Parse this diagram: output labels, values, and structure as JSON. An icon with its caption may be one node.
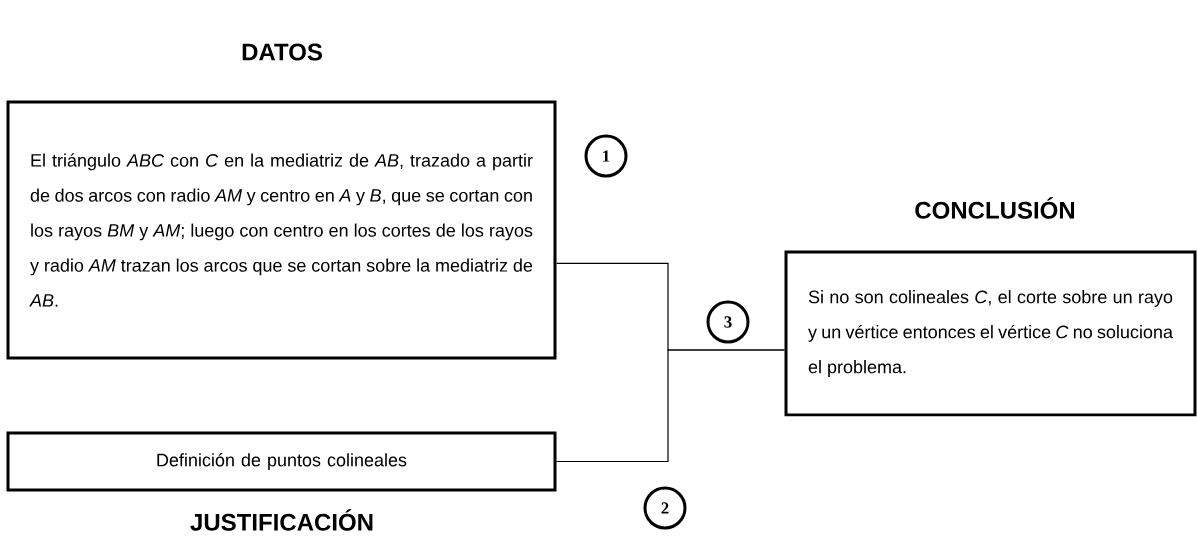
{
  "diagram": {
    "nodes": [
      {
        "text": [
          "DATOS",
          "El triángulo *ABC* con *C* en la mediatriz de *AB*, trazado a partir de dos arcos con radio *AM* y centro en *A* y *B*, que se cortan con los rayos *BM* y *AM*; luego con centro en los cortes de los rayos y radio *AM* trazan los arcos que se cortan sobre la mediatriz de *AB*."
        ]
      },
      {
        "text": [
          "Definición de puntos colineales",
          "JUSTIFICACIÓN"
        ]
      },
      {
        "text": [
          "CONCLUSIÓN",
          "Si no son colineales *C*, el corte sobre un rayo y un vértice entonces el vértice *C* no soluciona el problema."
        ]
      },
      {
        "text": [
          "1"
        ]
      },
      {
        "text": [
          "3"
        ]
      },
      {
        "text": [
          "2"
        ]
      }
    ],
    "edges": [
      {
        "from": 0,
        "to": 2,
        "arrow": "none"
      },
      {
        "from": 1,
        "to": 2,
        "arrow": "none"
      }
    ]
  }
}
